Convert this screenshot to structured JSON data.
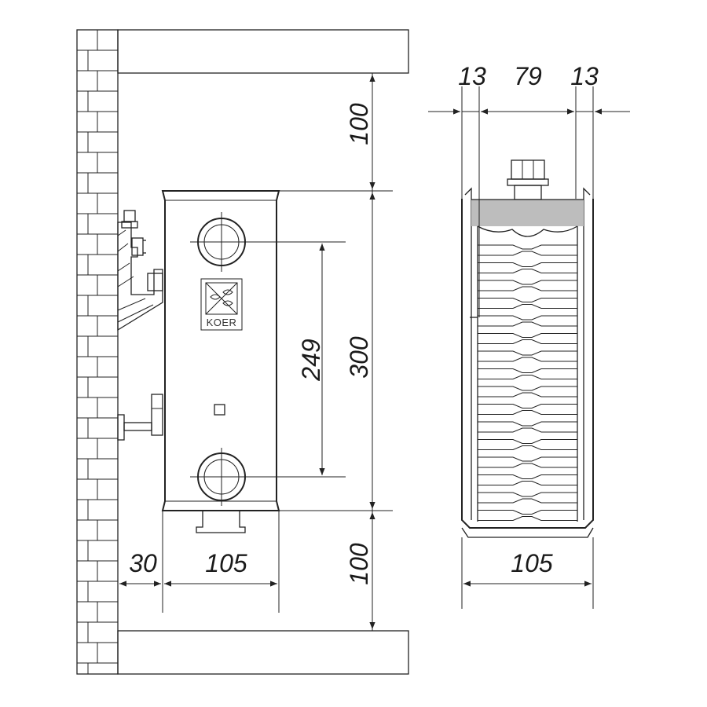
{
  "dimensions": {
    "top_gap": "100",
    "height": "300",
    "connection_spacing": "249",
    "bottom_gap": "100",
    "wall_gap": "30",
    "depth_side": "105",
    "depth_front": "105",
    "fin_left": "13",
    "fin_middle": "79",
    "fin_right": "13"
  },
  "logo": {
    "text": "KOER"
  }
}
